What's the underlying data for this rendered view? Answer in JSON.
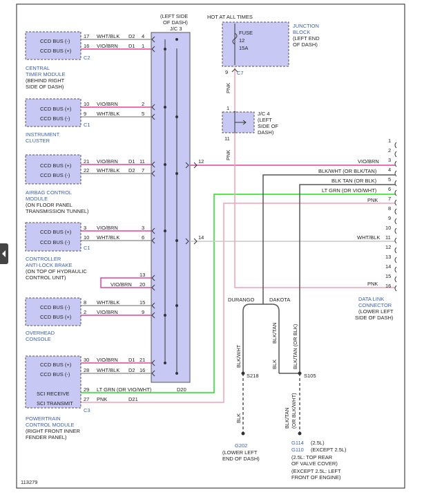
{
  "side_tab": {
    "icon": "chevron-left-icon"
  },
  "figure_number": "113279",
  "colors": {
    "pink": "#e8409a",
    "light_green": "#22dd22",
    "gray": "#9a9a9a",
    "pnk_wire": "#f2a0b0",
    "black": "#444444",
    "module_fill": "#c8c8f5"
  },
  "jc3": {
    "title1": "(LEFT SIDE",
    "title2": "OF DASH)",
    "name": "J/C 3",
    "pins": [
      "4",
      "1",
      "2",
      "5",
      "11",
      "7",
      "3",
      "6",
      "13",
      "20",
      "15",
      "9",
      "21",
      "16"
    ]
  },
  "hot_label": "HOT AT ALL TIMES",
  "fuse": {
    "label": "FUSE",
    "number": "12",
    "rating": "15A",
    "pin": "9",
    "connector": "C7"
  },
  "junction_block": {
    "l1": "JUNCTION",
    "l2": "BLOCK",
    "l3": "(LEFT END",
    "l4": "OF DASH)"
  },
  "jc4": {
    "l1": "J/C 4",
    "l2": "(LEFT",
    "l3": "SIDE OF",
    "l4": "DASH)",
    "pin_top": "1",
    "pin_bottom": "11",
    "wire_top": "PNK",
    "wire_bottom": "PNK"
  },
  "modules": {
    "ctm": {
      "rows": [
        "CCD BUS (-)",
        "CCD BUS (+)"
      ],
      "pins": [
        "17",
        "16"
      ],
      "wires": [
        "WHT/BLK",
        "VIO/BRN"
      ],
      "circuits": [
        "D2",
        "D1"
      ],
      "connector": "C2",
      "names": [
        "CENTRAL",
        "TIMER MODULE"
      ],
      "desc": [
        "(BEHIND RIGHT",
        "SIDE OF DASH)"
      ]
    },
    "ic": {
      "rows": [
        "CCD BUS (+)",
        "CCD BUS (-)"
      ],
      "pins": [
        "10",
        "9"
      ],
      "wires": [
        "VIO/BRN",
        "WHT/BLK"
      ],
      "connector": "C1",
      "names": [
        "INSTRUMENT",
        "CLUSTER"
      ]
    },
    "acm": {
      "rows": [
        "CCD BUS (+)",
        "CCD BUS (-)"
      ],
      "pins": [
        "21",
        "22"
      ],
      "wires": [
        "VIO/BRN",
        "WHT/BLK"
      ],
      "circuits": [
        "D1",
        "D2"
      ],
      "names": [
        "AIRBAG CONTROL",
        "MODULE"
      ],
      "desc": [
        "(ON FLOOR PANEL",
        "TRANSMISSION TUNNEL)"
      ]
    },
    "cab": {
      "rows": [
        "CCD BUS (+)",
        "CCD BUS (-)"
      ],
      "pins": [
        "3",
        "10"
      ],
      "wires": [
        "VIO/BRN",
        "WHT/BLK"
      ],
      "connector": "C1",
      "names": [
        "CONTROLLER",
        "ANTI-LOCK BRAKE"
      ],
      "desc": [
        "(ON TOP OF HYDRAULIC",
        "CONTROL UNIT)"
      ]
    },
    "oh": {
      "rows": [
        "CCD BUS (-)",
        "CCD BUS (+)"
      ],
      "pins": [
        "8",
        "2"
      ],
      "wires": [
        "WHT/BLK",
        "VIO/BRN"
      ],
      "names": [
        "OVERHEAD",
        "CONSOLE"
      ]
    },
    "pcm": {
      "rows": [
        "CCD BUS (+)",
        "CCD BUS (-)",
        "SCI RECEIVE",
        "SCI TRANSMIT"
      ],
      "pins": [
        "30",
        "28",
        "29",
        "27"
      ],
      "wires": [
        "VIO/BRN",
        "WHT/BLK",
        "LT GRN (OR VIO/WHT)",
        "PNK"
      ],
      "circuits": [
        "D1",
        "D2",
        "D20",
        "D21"
      ],
      "connector": "C3",
      "names": [
        "POWERTRAIN",
        "CONTROL MODULE"
      ],
      "desc": [
        "(RIGHT FRONT INNER",
        "FENDER PANEL)"
      ]
    }
  },
  "loop_wire": "VIO/BRN",
  "dlc": {
    "pins": [
      "1",
      "2",
      "3",
      "4",
      "5",
      "6",
      "7",
      "8",
      "10",
      "11",
      "12",
      "13",
      "14",
      "15",
      "16"
    ],
    "wires": {
      "p3": "VIO/BRN",
      "p4": "BLK/WHT (OR BLK/TAN)",
      "p5": "BLK TAN (OR BLK)",
      "p6": "LT GRN (OR VIO/WHT)",
      "p7": "PNK",
      "p11": "WHT/BLK",
      "p16": "PNK"
    },
    "splice_pins": {
      "vio": "12",
      "wht": "14"
    },
    "names": [
      "DATA LINK",
      "CONNECTOR"
    ],
    "desc": [
      "(LOWER LEFT",
      "SIDE OF DASH)"
    ],
    "pin9": "9"
  },
  "variants": {
    "durango": "DURANGO",
    "dakota": "DAKOTA"
  },
  "ground_left": {
    "wire1": "BLK/WHT",
    "splice": "S218",
    "wire2": "BLK",
    "ground": "G202",
    "desc": [
      "(LOWER LEFT",
      "END OF DASH)"
    ]
  },
  "ground_right": {
    "wire_a": "BLK/TAN",
    "wire_b": "BLK",
    "wire_c": "BLK/TAN (OR BLK)",
    "splice": "S105",
    "wire_down": "BLK/TAN",
    "wire_down2": "(OR BLK/WHT)",
    "g1": "G114",
    "g1_note": "(2.5L)",
    "g2": "G110",
    "g2_note": "(EXCEPT 2.5L)",
    "desc": [
      "(2.5L: TOP REAR",
      "OF VALVE COVER)",
      "(EXCEPT 2.5L: LEFT",
      "FRONT OF ENGINE)"
    ]
  }
}
